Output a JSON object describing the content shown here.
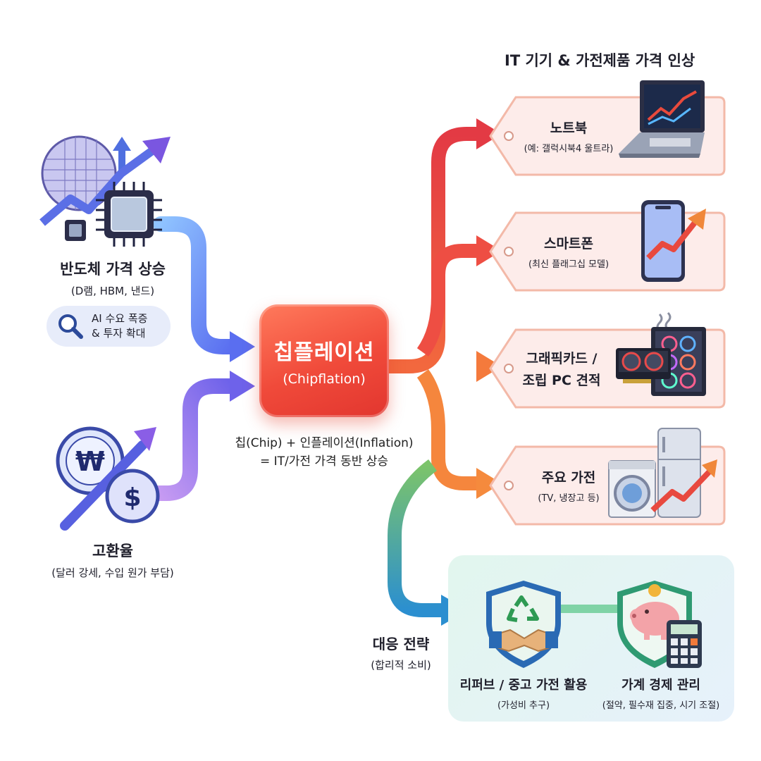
{
  "center": {
    "title": "칩플레이션",
    "subtitle": "(Chipflation)",
    "formula_line1": "칩(Chip) + 인플레이션(Inflation)",
    "formula_line2": "= IT/가전 가격 동반 상승"
  },
  "causes": [
    {
      "title": "반도체 가격 상승",
      "subtitle": "(D램, HBM, 낸드)",
      "note_line1": "AI 수요 폭증",
      "note_line2": "& 투자 확대",
      "icons": [
        "wafer-icon",
        "chip-icon",
        "rising-arrow-icon",
        "magnifier-icon"
      ]
    },
    {
      "title": "고환율",
      "subtitle": "(달러 강세, 수입 원가 부담)",
      "icons": [
        "won-coin-icon",
        "dollar-coin-icon",
        "rising-arrow-icon"
      ],
      "won_symbol": "₩",
      "dollar_symbol": "$"
    }
  ],
  "effects_section": {
    "title": "IT 기기 & 가전제품 가격 인상",
    "items": [
      {
        "title": "노트북",
        "subtitle": "(예: 갤럭시북4 울트라)",
        "icon": "laptop-icon"
      },
      {
        "title": "스마트폰",
        "subtitle": "(최신 플래그십 모델)",
        "icon": "smartphone-icon"
      },
      {
        "title": "그래픽카드 /",
        "title2": "조립 PC 견적",
        "icon": "gpu-pc-icon"
      },
      {
        "title": "주요 가전",
        "subtitle": "(TV, 냉장고 등)",
        "icon": "appliance-icon"
      }
    ]
  },
  "strategy": {
    "title": "대응 전략",
    "subtitle": "(합리적 소비)",
    "items": [
      {
        "title": "리퍼브 / 중고 가전 활용",
        "subtitle": "(가성비 추구)",
        "icon": "recycle-handshake-shield-icon"
      },
      {
        "title": "가계 경제 관리",
        "subtitle": "(절약, 필수재 집중, 시기 조절)",
        "icon": "piggybank-calculator-shield-icon"
      }
    ]
  },
  "colors": {
    "center": "#f04a3a",
    "flow_blue": "#5b86f0",
    "flow_purple": "#8a63e8",
    "flow_red": "#e8403f",
    "flow_orange": "#f58a3a",
    "flow_teal": "#2fa6a0",
    "tag_fill": "#fdecea",
    "tag_border": "#f3b9a8"
  }
}
